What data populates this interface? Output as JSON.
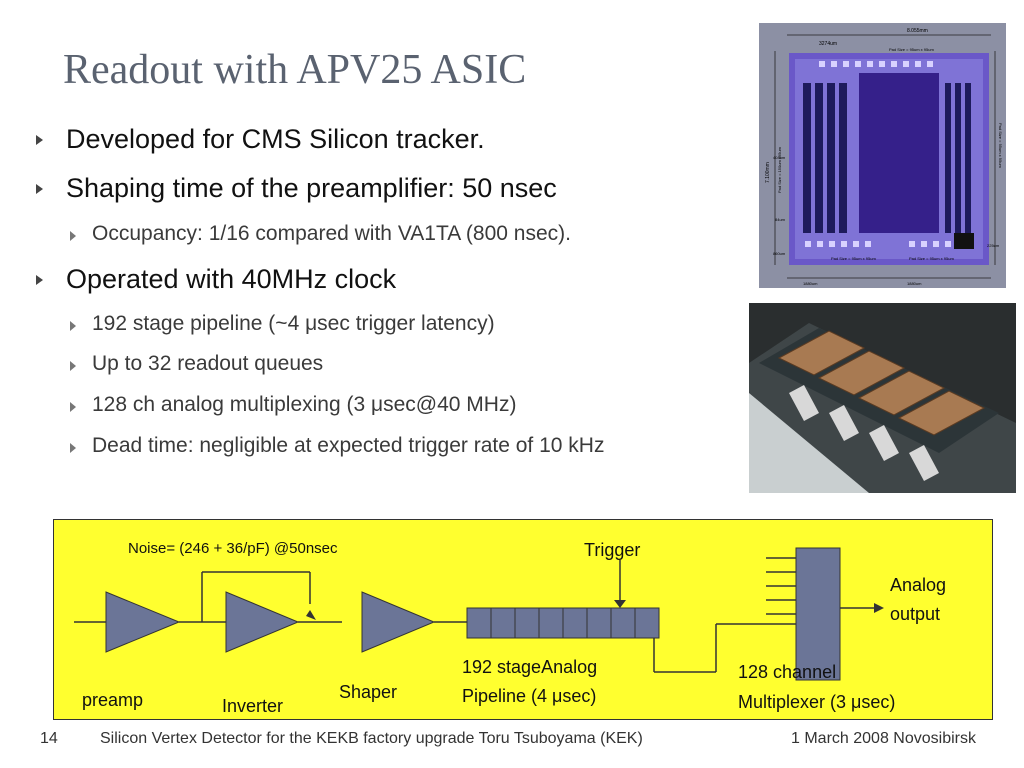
{
  "slide": {
    "title": "Readout with APV25 ASIC",
    "bullets": [
      {
        "text": "Developed for CMS Silicon tracker."
      },
      {
        "text": "Shaping time of the preamplifier: 50 nsec",
        "sub": [
          "Occupancy: 1/16 compared with VA1TA (800 nsec)."
        ]
      },
      {
        "text": "Operated with 40MHz clock",
        "sub": [
          "192 stage pipeline (~4 μsec trigger latency)",
          "Up to 32 readout queues",
          "128 ch analog multiplexing (3 μsec@40 MHz)",
          "Dead time: negligible at expected trigger rate of 10 kHz"
        ]
      }
    ]
  },
  "chip_layout": {
    "top_width": "8.055mm",
    "upper_dim": "3274um",
    "pad_top": "Pad Size = 95um x 95um",
    "left_pad": "Pad Size = 150um x95um",
    "right_pad": "Pad Size = 95um x 95um",
    "height": "7.100mm",
    "side_404": "404um",
    "side_84": "84um",
    "side_860": "860um",
    "bottom_pad_left": "Pad Size = 95um x 95um",
    "bottom_pad_right": "Pad Size = 95um x 95um",
    "right_225": "225um",
    "bottom_left": "1880um",
    "bottom_right": "1880um"
  },
  "diagram": {
    "noise": "Noise= (246 + 36/pF)  @50nsec",
    "trigger": "Trigger",
    "analog_output": [
      "Analog",
      "output"
    ],
    "preamp": "preamp",
    "inverter": "Inverter",
    "shaper": "Shaper",
    "pipeline": [
      "192 stageAnalog",
      "Pipeline (4 μsec)"
    ],
    "multiplexer": [
      "128 channel",
      "Multiplexer (3 μsec)"
    ]
  },
  "footer": {
    "page": "14",
    "center": "Silicon Vertex Detector for the KEKB factory upgrade Toru Tsuboyama (KEK)",
    "right": "1 March 2008 Novosibirsk"
  },
  "colors": {
    "diagram_bg": "#ffff2f",
    "block_fill": "#6b7597",
    "title": "#5a6270"
  }
}
